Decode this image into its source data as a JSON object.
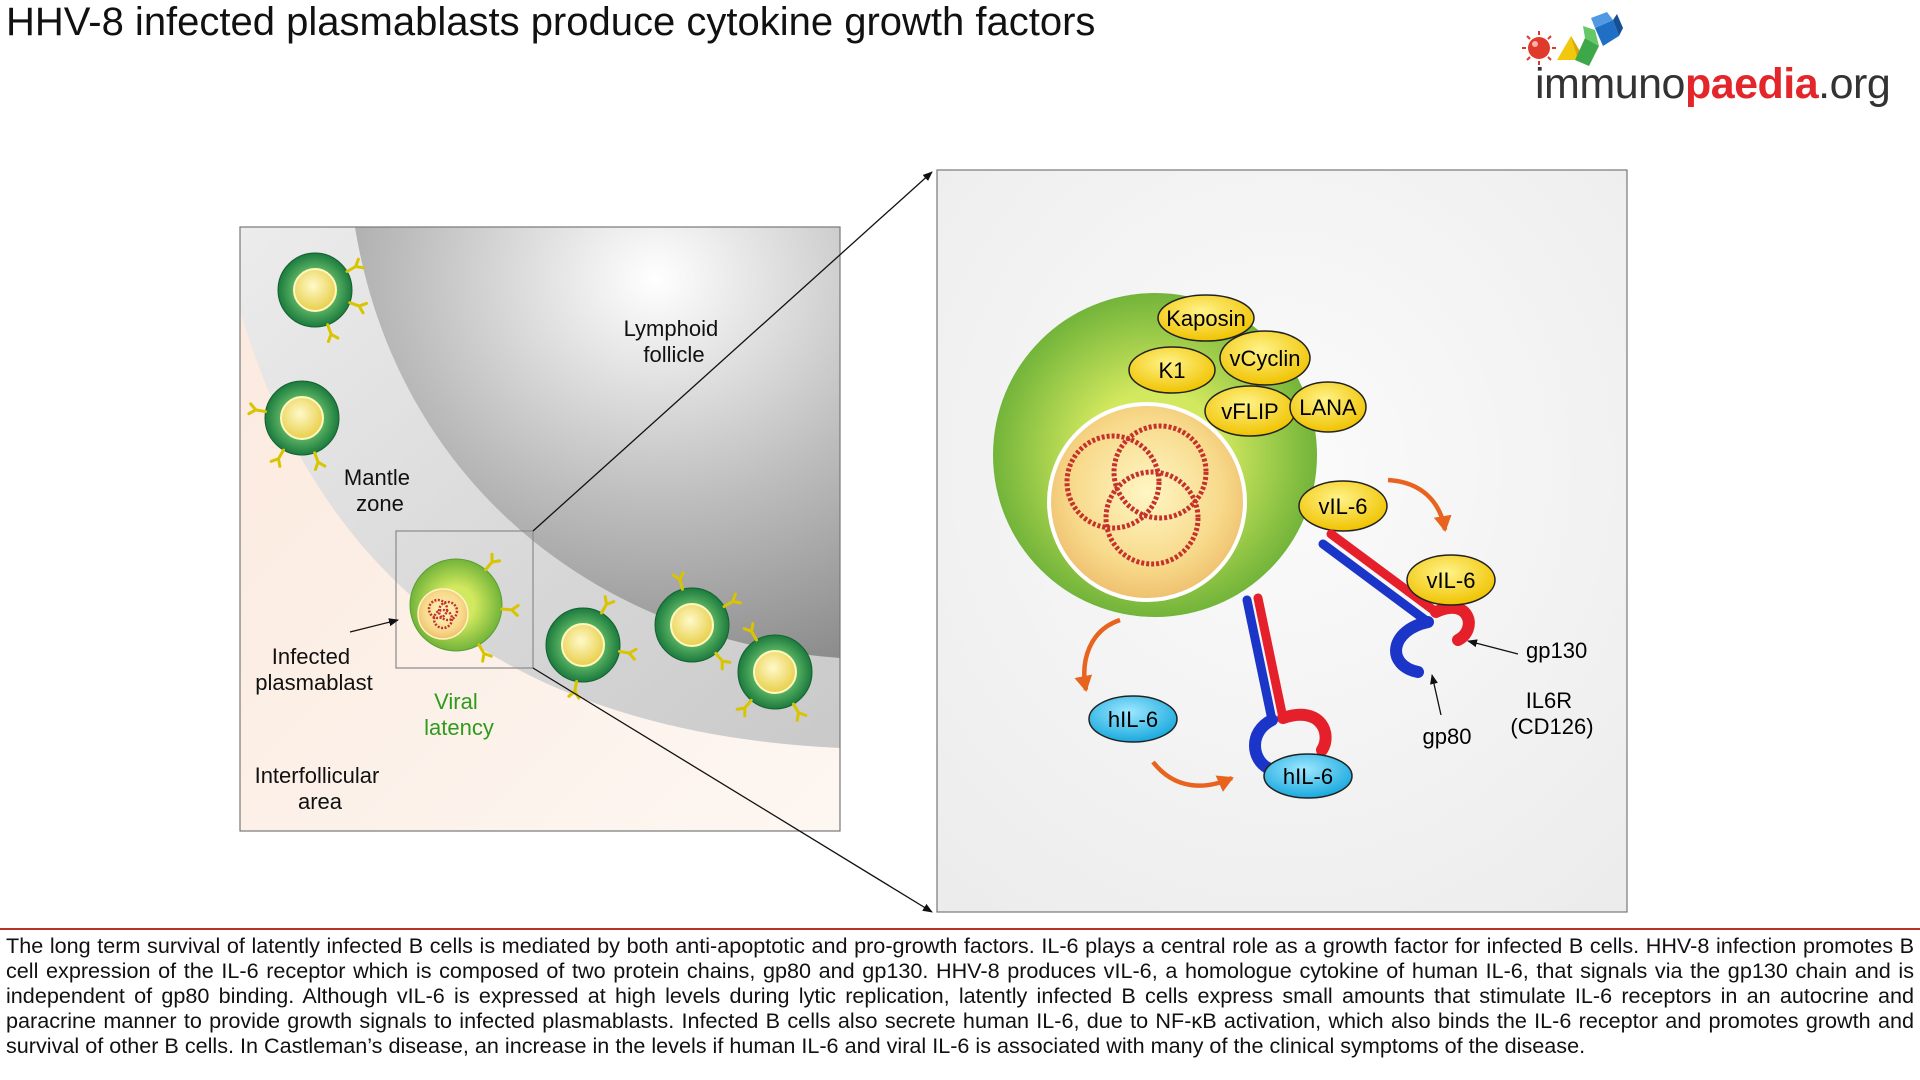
{
  "title": "HHV-8 infected plasmablasts produce cytokine growth factors",
  "logo": {
    "part1": "immuno",
    "part2": "paedia",
    "part3": ".org"
  },
  "left_panel": {
    "lymphoid_follicle": [
      "Lymphoid",
      "follicle"
    ],
    "mantle_zone": [
      "Mantle",
      "zone"
    ],
    "infected_plasmablast": [
      "Infected",
      "plasmablast"
    ],
    "viral_latency": [
      "Viral",
      "latency"
    ],
    "interfollicular_area": [
      "Interfollicular",
      "area"
    ]
  },
  "right_panel": {
    "kaposin": "Kaposin",
    "k1": "K1",
    "vcyclin": "vCyclin",
    "vflip": "vFLIP",
    "lana": "LANA",
    "vil6_inner": "vIL-6",
    "vil6_bound": "vIL-6",
    "hil6_free": "hIL-6",
    "hil6_bound": "hIL-6",
    "gp130": "gp130",
    "gp80": "gp80",
    "il6r": [
      "IL6R",
      "(CD126)"
    ]
  },
  "colors": {
    "cell_green": "#7cbb3a",
    "protein_yellow": "#f5d60b",
    "hil6_cyan": "#3fc3ec",
    "gp130_red": "#e5202a",
    "gp80_blue": "#1a35c8",
    "arrow_orange": "#e8641e",
    "caption_rule": "#b9322d"
  },
  "caption": "The long term survival of latently infected B cells is mediated by both anti-apoptotic and pro-growth factors. IL-6 plays a central role as a growth factor for infected B cells. HHV-8 infection promotes B cell expression of the IL-6 receptor which is composed of two protein chains, gp80 and gp130. HHV-8 produces vIL-6, a homologue cytokine of human IL-6, that signals via the gp130 chain and is independent of gp80 binding. Although vIL-6 is expressed at high levels during lytic replication, latently infected B cells express small amounts that stimulate IL-6 receptors in an autocrine and paracrine manner to provide growth signals to infected plasmablasts. Infected B cells also secrete human IL-6, due to NF-κB activation, which also binds the IL-6 receptor and promotes growth and survival of other B cells. In Castleman’s disease, an increase in the levels if human IL-6 and viral IL-6 is associated with many of the clinical symptoms of the disease."
}
